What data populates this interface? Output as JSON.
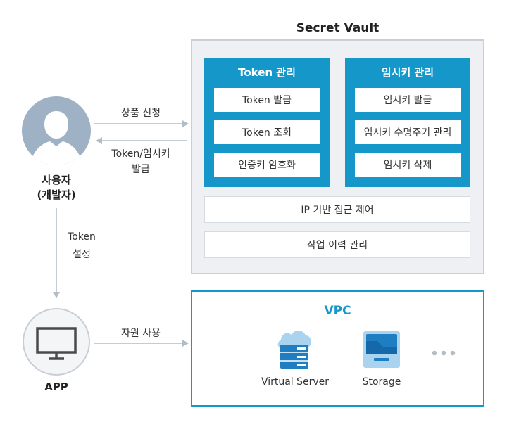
{
  "vault": {
    "title": "Secret Vault",
    "token_panel": {
      "title": "Token 관리",
      "items": [
        "Token 발급",
        "Token 조회",
        "인증키 암호화"
      ]
    },
    "tempkey_panel": {
      "title": "임시키 관리",
      "items": [
        "임시키 발급",
        "임시키 수명주기 관리",
        "임시키 삭제"
      ]
    },
    "ip_control": "IP 기반 접근 제어",
    "history": "작업 이력 관리"
  },
  "user": {
    "label_line1": "사용자",
    "label_line2": "(개발자)"
  },
  "app": {
    "label": "APP"
  },
  "arrows": {
    "request": "상품 신청",
    "issue_line1": "Token/임시키",
    "issue_line2": "발급",
    "token_line1": "Token",
    "token_line2": "설정",
    "resource": "자원 사용"
  },
  "vpc": {
    "title": "VPC",
    "virtual_server": "Virtual Server",
    "storage": "Storage"
  },
  "colors": {
    "accent": "#1598c9",
    "vault_bg": "#eef0f3",
    "arrow": "#b4bcc6",
    "user_icon": "#9fb1c5"
  }
}
